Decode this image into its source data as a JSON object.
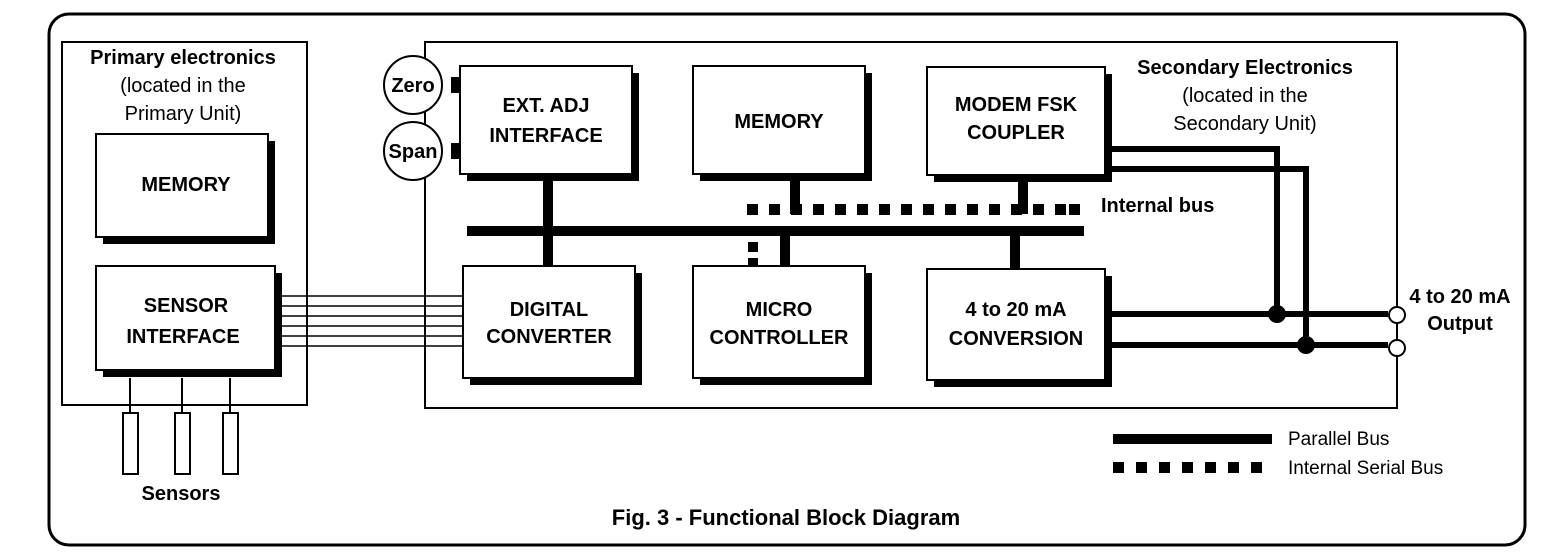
{
  "primary": {
    "title": "Primary electronics",
    "note_line1": "(located in the",
    "note_line2": "Primary Unit)",
    "memory": "MEMORY",
    "sensor_if_line1": "SENSOR",
    "sensor_if_line2": "INTERFACE",
    "sensors_label": "Sensors"
  },
  "secondary": {
    "title": "Secondary Electronics",
    "note_line1": "(located in the",
    "note_line2": "Secondary Unit)",
    "zero": "Zero",
    "span": "Span",
    "ext_adj_line1": "EXT. ADJ",
    "ext_adj_line2": "INTERFACE",
    "memory": "MEMORY",
    "modem_line1": "MODEM FSK",
    "modem_line2": "COUPLER",
    "digital_line1": "DIGITAL",
    "digital_line2": "CONVERTER",
    "micro_line1": "MICRO",
    "micro_line2": "CONTROLLER",
    "conv_line1": "4 to 20 mA",
    "conv_line2": "CONVERSION",
    "internal_bus": "Internal bus"
  },
  "output": {
    "line1": "4 to 20 mA",
    "line2": "Output"
  },
  "legend": {
    "parallel": "Parallel Bus",
    "serial": "Internal Serial Bus"
  },
  "caption": "Fig. 3 - Functional Block Diagram"
}
